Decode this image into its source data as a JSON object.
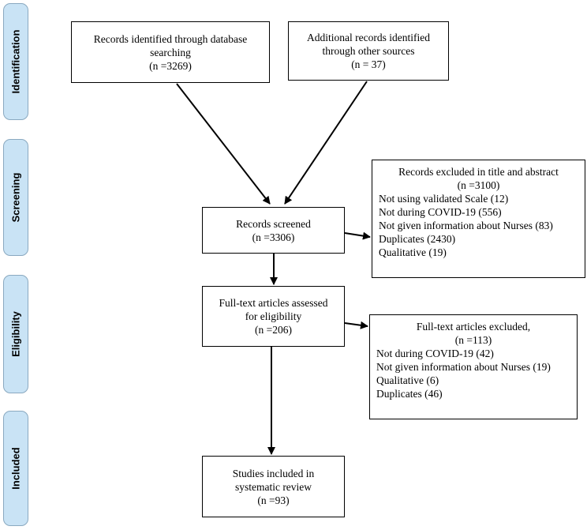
{
  "phases": {
    "identification": "Identification",
    "screening": "Screening",
    "eligibility": "Eligibility",
    "included": "Included"
  },
  "boxes": {
    "database": [
      "Records identified through database",
      "searching",
      "(n =3269)"
    ],
    "other_sources": [
      "Additional records identified",
      "through other sources",
      "(n = 37)"
    ],
    "screened": [
      "Records screened",
      "(n =3306)"
    ],
    "fulltext": [
      "Full-text articles assessed",
      "for eligibility",
      "(n =206)"
    ],
    "included": [
      "Studies included in",
      "systematic review",
      "(n =93)"
    ]
  },
  "excluded_screening": {
    "heading": [
      "Records excluded in title and abstract",
      "(n =3100)"
    ],
    "items": [
      "Not using validated Scale (12)",
      "Not during COVID-19 (556)",
      "Not given information about Nurses (83)",
      "Duplicates (2430)",
      "Qualitative (19)"
    ]
  },
  "excluded_fulltext": {
    "heading": [
      "Full-text articles excluded,",
      "(n =113)"
    ],
    "items": [
      "Not during COVID-19 (42)",
      "Not given information about Nurses (19)",
      "Qualitative (6)",
      "Duplicates (46)"
    ]
  },
  "colors": {
    "phase_fill": "#c9e3f5",
    "phase_border": "#8aa9c0",
    "box_border": "#000000"
  }
}
